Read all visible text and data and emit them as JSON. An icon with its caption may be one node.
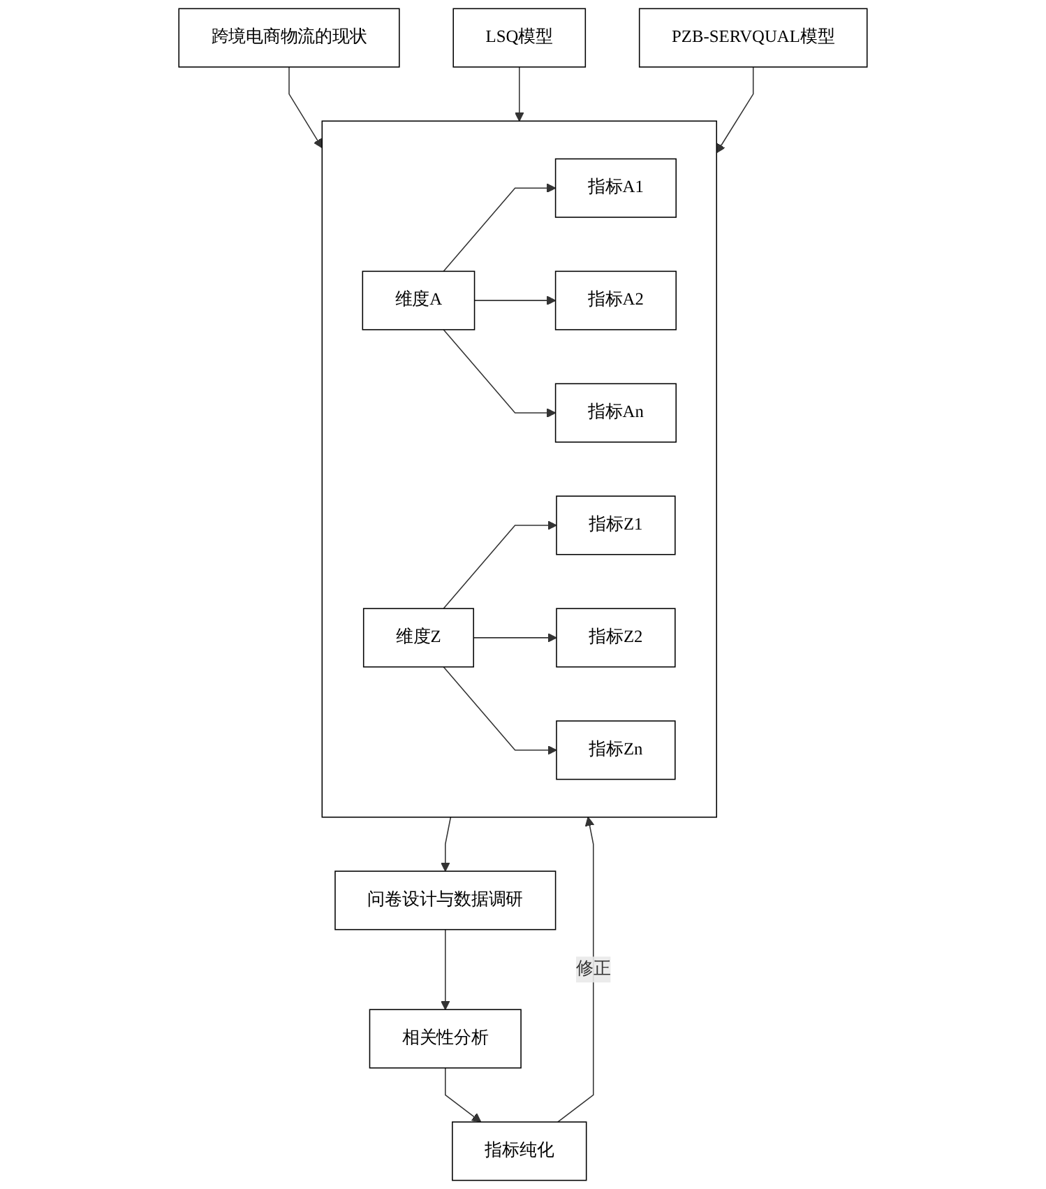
{
  "diagram": {
    "nodes": [
      {
        "text": [
          "跨境电商物流的现状"
        ]
      },
      {
        "text": [
          "LSQ模型"
        ]
      },
      {
        "text": [
          "PZB-SERVQUAL模型"
        ]
      },
      {
        "text": [],
        "shape": "box"
      },
      {
        "text": [
          "维度A"
        ],
        "in": 3
      },
      {
        "text": [
          "指标A1"
        ],
        "in": 3
      },
      {
        "text": [
          "指标A2"
        ],
        "in": 3
      },
      {
        "text": [
          "指标An"
        ],
        "in": 3
      },
      {
        "text": [
          "维度Z"
        ],
        "in": 3
      },
      {
        "text": [
          "指标Z1"
        ],
        "in": 3
      },
      {
        "text": [
          "指标Z2"
        ],
        "in": 3
      },
      {
        "text": [
          "指标Zn"
        ],
        "in": 3
      },
      {
        "text": [
          "问卷设计与数据调研"
        ]
      },
      {
        "text": [
          "相关性分析"
        ]
      },
      {
        "text": [
          "指标纯化"
        ]
      }
    ],
    "edges": [
      {
        "from": 0,
        "to": 3,
        "arrow": "to"
      },
      {
        "from": 1,
        "to": 3,
        "arrow": "to"
      },
      {
        "from": 2,
        "to": 3,
        "arrow": "to"
      },
      {
        "from": 4,
        "to": 5,
        "arrow": "to"
      },
      {
        "from": 4,
        "to": 6,
        "arrow": "to"
      },
      {
        "from": 4,
        "to": 7,
        "arrow": "to"
      },
      {
        "from": 8,
        "to": 9,
        "arrow": "to"
      },
      {
        "from": 8,
        "to": 10,
        "arrow": "to"
      },
      {
        "from": 8,
        "to": 11,
        "arrow": "to"
      },
      {
        "from": 3,
        "to": 12,
        "arrow": "to"
      },
      {
        "from": 12,
        "to": 13,
        "arrow": "to"
      },
      {
        "from": 13,
        "to": 14,
        "arrow": "to"
      },
      {
        "from": 14,
        "to": 3,
        "arrow": "to",
        "label": "修正"
      }
    ]
  }
}
